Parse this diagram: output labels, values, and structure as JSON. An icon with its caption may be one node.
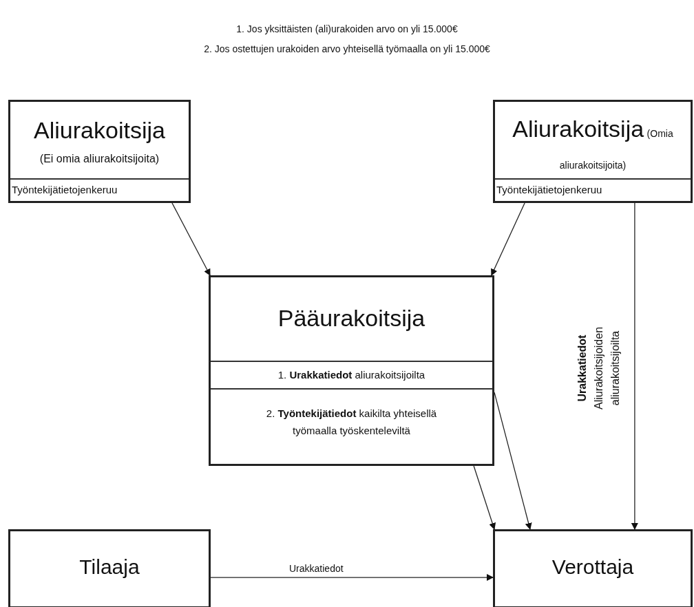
{
  "diagram": {
    "nodes": [
      {
        "text": [
          "Aliurakoitsija",
          "(Ei omia aliurakoitsijoita)"
        ]
      },
      {
        "text": [
          "Työntekijätietojenkeruu"
        ],
        "in": 0
      },
      {
        "text": [
          "Aliurakoitsija",
          "(Omia aliurakoitsijoita)"
        ]
      },
      {
        "text": [
          "Työntekijätietojenkeruu"
        ],
        "in": 2
      },
      {
        "text": [
          "Pääurakoitsija"
        ]
      },
      {
        "text": [
          "1. **Urakkatiedot** aliurakoitsijoilta"
        ],
        "in": 4
      },
      {
        "text": [
          "2. **Työntekijätiedot** kaikilta yhteisellä työmaalla työskenteleviltä"
        ],
        "in": 4
      },
      {
        "text": [
          "Tilaaja"
        ]
      },
      {
        "text": [
          "Verottaja"
        ]
      }
    ],
    "edges": [
      {
        "from": 0,
        "to": 4,
        "arrow": "to"
      },
      {
        "from": 2,
        "to": 4,
        "arrow": "to"
      },
      {
        "from": 4,
        "to": 8,
        "arrow": "to"
      },
      {
        "from": 4,
        "to": 8,
        "arrow": "to"
      },
      {
        "from": 2,
        "to": 8,
        "arrow": "to",
        "label": "**Urakkatiedot** Aliurakoitsijoiden aliurakoitsijoilta"
      },
      {
        "from": 7,
        "to": 8,
        "arrow": "to",
        "label": "Urakkatiedot"
      }
    ],
    "labels": [
      "1. Jos yksittäisten (ali)urakoiden arvo on yli 15.000€",
      "2. Jos ostettujen urakoiden arvo yhteisellä työmaalla on yli 15.000€"
    ]
  }
}
